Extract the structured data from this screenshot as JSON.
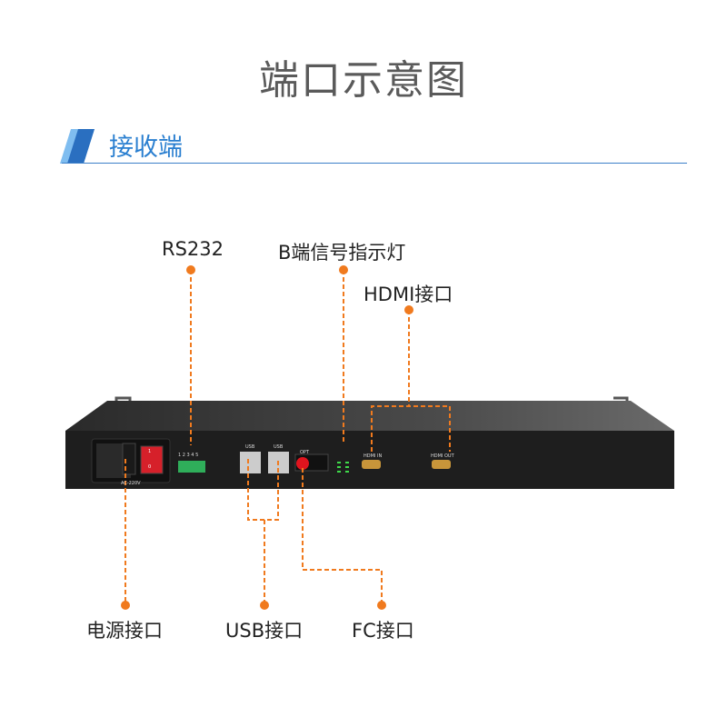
{
  "title": "端口示意图",
  "section": "接收端",
  "callouts": {
    "rs232": "RS232",
    "b_led": "B端信号指示灯",
    "hdmi": "HDMI接口",
    "power": "电源接口",
    "usb": "USB接口",
    "fc": "FC接口"
  },
  "device": {
    "power_label": "AC-220V",
    "terminal_numbers": "1 2 3 4 5",
    "usb1": "USB",
    "usb2": "USB",
    "opt": "OPT",
    "hdmi_in": "HDMI IN",
    "hdmi_out": "HDMI OUT",
    "switch_on": "1",
    "switch_off": "0"
  },
  "colors": {
    "accent": "#f07a1e",
    "section": "#2a7fd0"
  }
}
